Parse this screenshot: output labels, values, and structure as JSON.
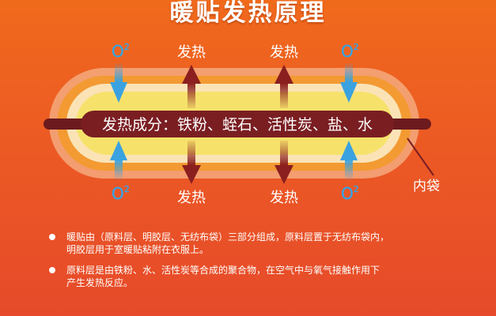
{
  "title": "暖贴发热原理",
  "diagram": {
    "heat_label": "发热",
    "oxygen_label": "O",
    "oxygen_sub": "2",
    "core_text": "发热成分：铁粉、蛭石、活性炭、盐、水",
    "inner_bag_label": "内袋"
  },
  "bullets": [
    {
      "lines": [
        "暖贴由（原料层、明胶层、无纺布袋）三部分组成，原料层置于无纺布袋内，",
        "明胶层用于室暖贴粘附在衣服上。"
      ]
    },
    {
      "lines": [
        "原料层是由铁粉、水、活性炭等合成的聚合物，在空气中与氧气接触作用下",
        "产生发热反应。"
      ]
    }
  ],
  "colors": {
    "background": "#ec5a24",
    "outer_ring": "#f6b489",
    "ring_orange": "#f39a32",
    "ring_cream": "#fbe3b6",
    "ring_yellow": "#f6e26b",
    "core": "#7a1e22",
    "blue_arrow": "#3aa2e0",
    "red_arrow": "#8b1f1f"
  }
}
